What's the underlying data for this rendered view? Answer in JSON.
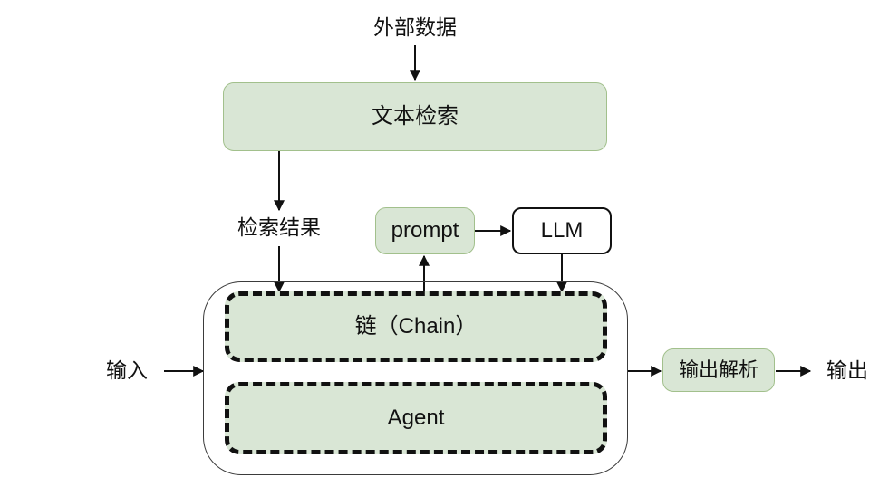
{
  "diagram": {
    "title": "LangChain architecture flow",
    "colors": {
      "green_fill": "#d9e6d5",
      "green_border": "#a2c08c",
      "stroke_black": "#111111",
      "outer_border": "#3b3b3b",
      "background": "#ffffff"
    },
    "nodes": {
      "external_data": {
        "label": "外部数据",
        "shape": "text"
      },
      "text_retrieval": {
        "label": "文本检索",
        "shape": "rounded-rect-green"
      },
      "retrieval_result": {
        "label": "检索结果",
        "shape": "text"
      },
      "prompt": {
        "label": "prompt",
        "shape": "rounded-rect-green"
      },
      "llm": {
        "label": "LLM",
        "shape": "rounded-rect-white"
      },
      "chain": {
        "label": "链（Chain）",
        "shape": "dashed-rounded-rect-green"
      },
      "agent": {
        "label": "Agent",
        "shape": "dashed-rounded-rect-green"
      },
      "container": {
        "label": "",
        "shape": "rounded-rect-outline"
      },
      "input": {
        "label": "输入",
        "shape": "text"
      },
      "output_parser": {
        "label": "输出解析",
        "shape": "rounded-rect-green"
      },
      "output": {
        "label": "输出",
        "shape": "text"
      }
    },
    "edges": [
      {
        "from": "external_data",
        "to": "text_retrieval",
        "label": ""
      },
      {
        "from": "text_retrieval",
        "to": "chain",
        "label": "检索结果"
      },
      {
        "from": "prompt",
        "to": "llm",
        "label": ""
      },
      {
        "from": "llm",
        "to": "chain",
        "label": ""
      },
      {
        "from": "chain",
        "to": "prompt",
        "label": ""
      },
      {
        "from": "input",
        "to": "container",
        "label": ""
      },
      {
        "from": "container",
        "to": "output_parser",
        "label": ""
      },
      {
        "from": "output_parser",
        "to": "output",
        "label": ""
      }
    ]
  }
}
